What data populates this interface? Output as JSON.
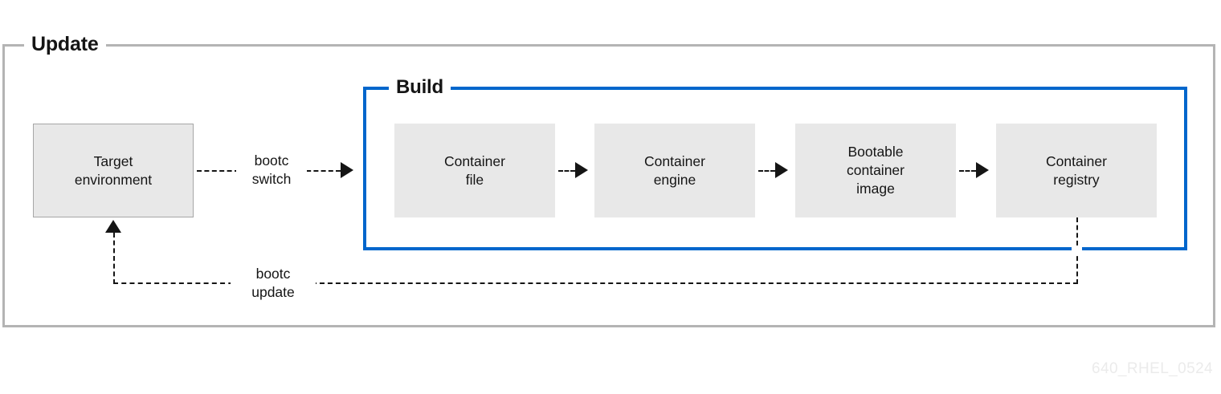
{
  "diagram": {
    "type": "flow",
    "attribution": "640_RHEL_0524",
    "groups": [
      {
        "id": "update",
        "label": "Update",
        "border_color": "#b4b4b4"
      },
      {
        "id": "build",
        "label": "Build",
        "border_color": "#0066cc"
      }
    ],
    "nodes": [
      {
        "id": "target-environment",
        "label": "Target\nenvironment",
        "group": "update",
        "fill": "#e8e8e8",
        "border": "#a6a6a6"
      },
      {
        "id": "container-file",
        "label": "Container\nfile",
        "group": "build",
        "fill": "#e8e8e8",
        "border": "none"
      },
      {
        "id": "container-engine",
        "label": "Container\nengine",
        "group": "build",
        "fill": "#e8e8e8",
        "border": "none"
      },
      {
        "id": "bootable-container-image",
        "label": "Bootable\ncontainer\nimage",
        "group": "build",
        "fill": "#e8e8e8",
        "border": "none"
      },
      {
        "id": "container-registry",
        "label": "Container\nregistry",
        "group": "build",
        "fill": "#e8e8e8",
        "border": "none"
      }
    ],
    "edges": [
      {
        "id": "bootc-switch",
        "from": "target-environment",
        "to": "container-file",
        "label": "bootc\nswitch",
        "style": "dashed",
        "arrow": "right"
      },
      {
        "id": "file-to-engine",
        "from": "container-file",
        "to": "container-engine",
        "label": "",
        "style": "dashed",
        "arrow": "right"
      },
      {
        "id": "engine-to-image",
        "from": "container-engine",
        "to": "bootable-container-image",
        "label": "",
        "style": "dashed",
        "arrow": "right"
      },
      {
        "id": "image-to-registry",
        "from": "bootable-container-image",
        "to": "container-registry",
        "label": "",
        "style": "dashed",
        "arrow": "right"
      },
      {
        "id": "bootc-update",
        "from": "container-registry",
        "to": "target-environment",
        "label": "bootc\nupdate",
        "style": "dashed",
        "arrow": "up"
      }
    ]
  }
}
